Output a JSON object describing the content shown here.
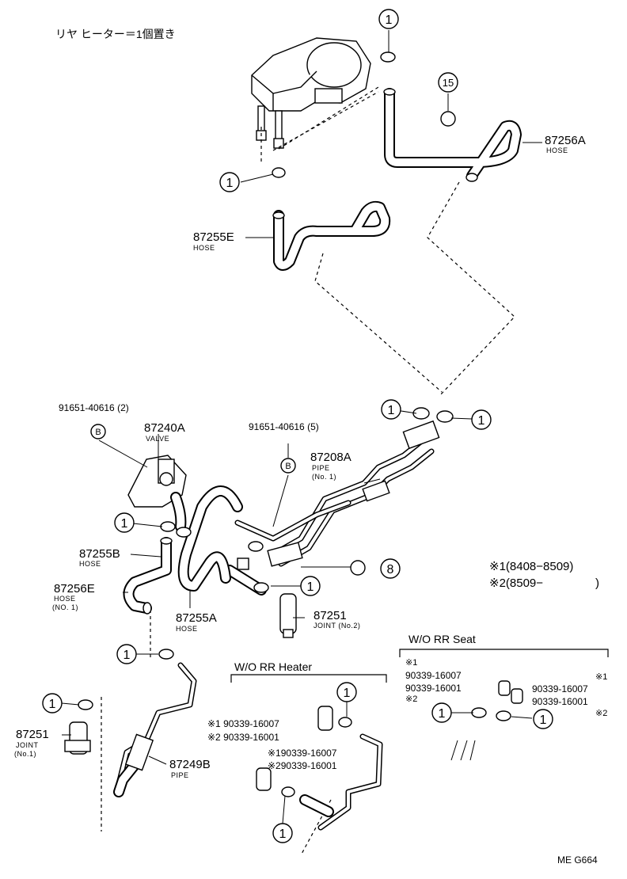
{
  "header": {
    "title": "リヤ ヒーター＝1個置き"
  },
  "callout": {
    "one": "1",
    "eight": "8",
    "fifteen": "15",
    "bolt": "B"
  },
  "parts": {
    "p87256A": {
      "number": "87256A",
      "desc": "HOSE"
    },
    "p87255E": {
      "number": "87255E",
      "desc": "HOSE"
    },
    "p91651_a": {
      "number": "91651-40616 (2)"
    },
    "p87240A": {
      "number": "87240A",
      "desc": "VALVE"
    },
    "p91651_b": {
      "number": "91651-40616 (5)"
    },
    "p87208A": {
      "number": "87208A",
      "desc": "PIPE",
      "desc2": "(No. 1)"
    },
    "p87255B": {
      "number": "87255B",
      "desc": "HOSE"
    },
    "p87256E": {
      "number": "87256E",
      "desc": "HOSE",
      "desc2": "(NO. 1)"
    },
    "p87255A": {
      "number": "87255A",
      "desc": "HOSE"
    },
    "p87251b": {
      "number": "87251",
      "desc": "JOINT (No.2)"
    },
    "p87251a": {
      "number": "87251",
      "desc": "JOINT",
      "desc2": "(No.1)"
    },
    "p87249B": {
      "number": "87249B",
      "desc": "PIPE"
    }
  },
  "legend": {
    "line1": "※1(8408−8509)",
    "line2": "※2(8509−",
    "line2_end": ")"
  },
  "wo_seat": {
    "title": "W/O RR Seat",
    "mark1": "※1",
    "code1": "90339-16007",
    "code2": "90339-16001",
    "mark2": "※2",
    "code3": "90339-16007",
    "code4": "90339-16001",
    "mark3": "※1",
    "mark4": "※2"
  },
  "wo_heater": {
    "title": "W/O RR Heater",
    "row1": "※1 90339-16007",
    "row2": "※2 90339-16001",
    "row3": "※190339-16007",
    "row4": "※290339-16001"
  },
  "footer": {
    "code": "ME G664"
  }
}
